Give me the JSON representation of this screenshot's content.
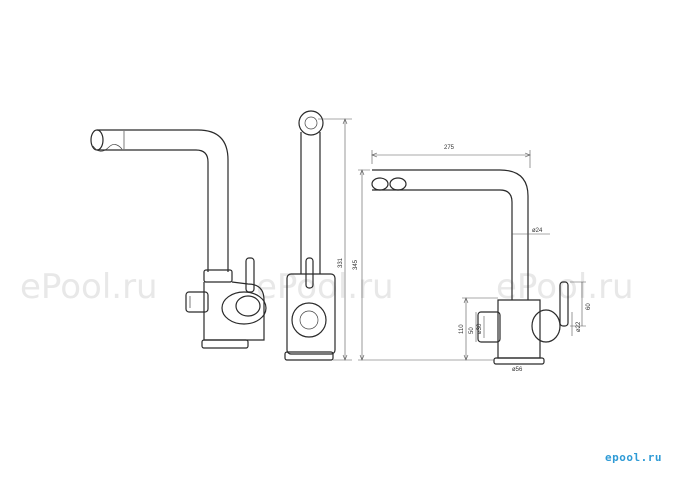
{
  "watermark": {
    "text": "ePool.ru"
  },
  "brand": {
    "logo_text": "epool.ru",
    "color": "#2f9bd6"
  },
  "dimensions": {
    "spout_reach": "275",
    "height_total": "345",
    "height_spout": "331",
    "spout_diameter": "ø24",
    "body_height": "110",
    "base_diameter": "ø56",
    "handle_height": "60",
    "side_dim_a": "50",
    "side_dim_b": "ø30",
    "lever_dim": "ø22"
  }
}
